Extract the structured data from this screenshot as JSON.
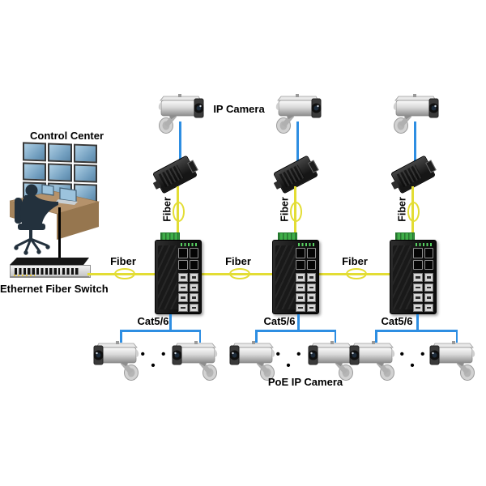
{
  "devices": {
    "control_center": "Control Center",
    "ethernet_fiber_switch": "Ethernet Fiber Switch",
    "ip_camera": "IP Camera",
    "poe_ip_camera": "PoE IP Camera"
  },
  "connections": {
    "fiber_label": "Fiber",
    "cat5_6_label": "Cat5/6"
  },
  "ellipsis_dots": "• • •",
  "colors": {
    "fiber_line": "#e3dd34",
    "ethernet_line": "#2e8ee2",
    "uplink_line": "#000000",
    "terminal_green": "#3fae49",
    "desk_tan": "#b5926b",
    "silhouette_navy": "#23313d",
    "screen_blue": "#9cc3dd"
  }
}
